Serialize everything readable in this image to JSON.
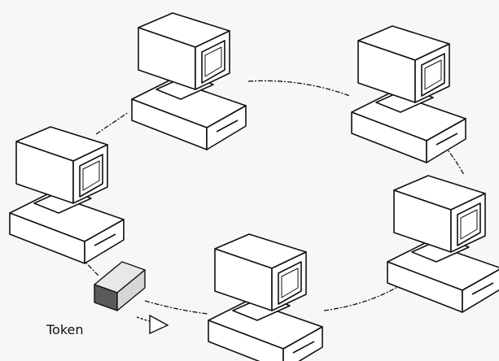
{
  "diagram": {
    "topology": "token ring",
    "token_label": "Token",
    "computers": [
      {
        "id": "computer-top-left"
      },
      {
        "id": "computer-top-right"
      },
      {
        "id": "computer-left"
      },
      {
        "id": "computer-right"
      },
      {
        "id": "computer-bottom"
      }
    ],
    "colors": {
      "stroke": "#111111",
      "background": "#f7f7f7",
      "token_shade": "#5a5a5a"
    }
  }
}
